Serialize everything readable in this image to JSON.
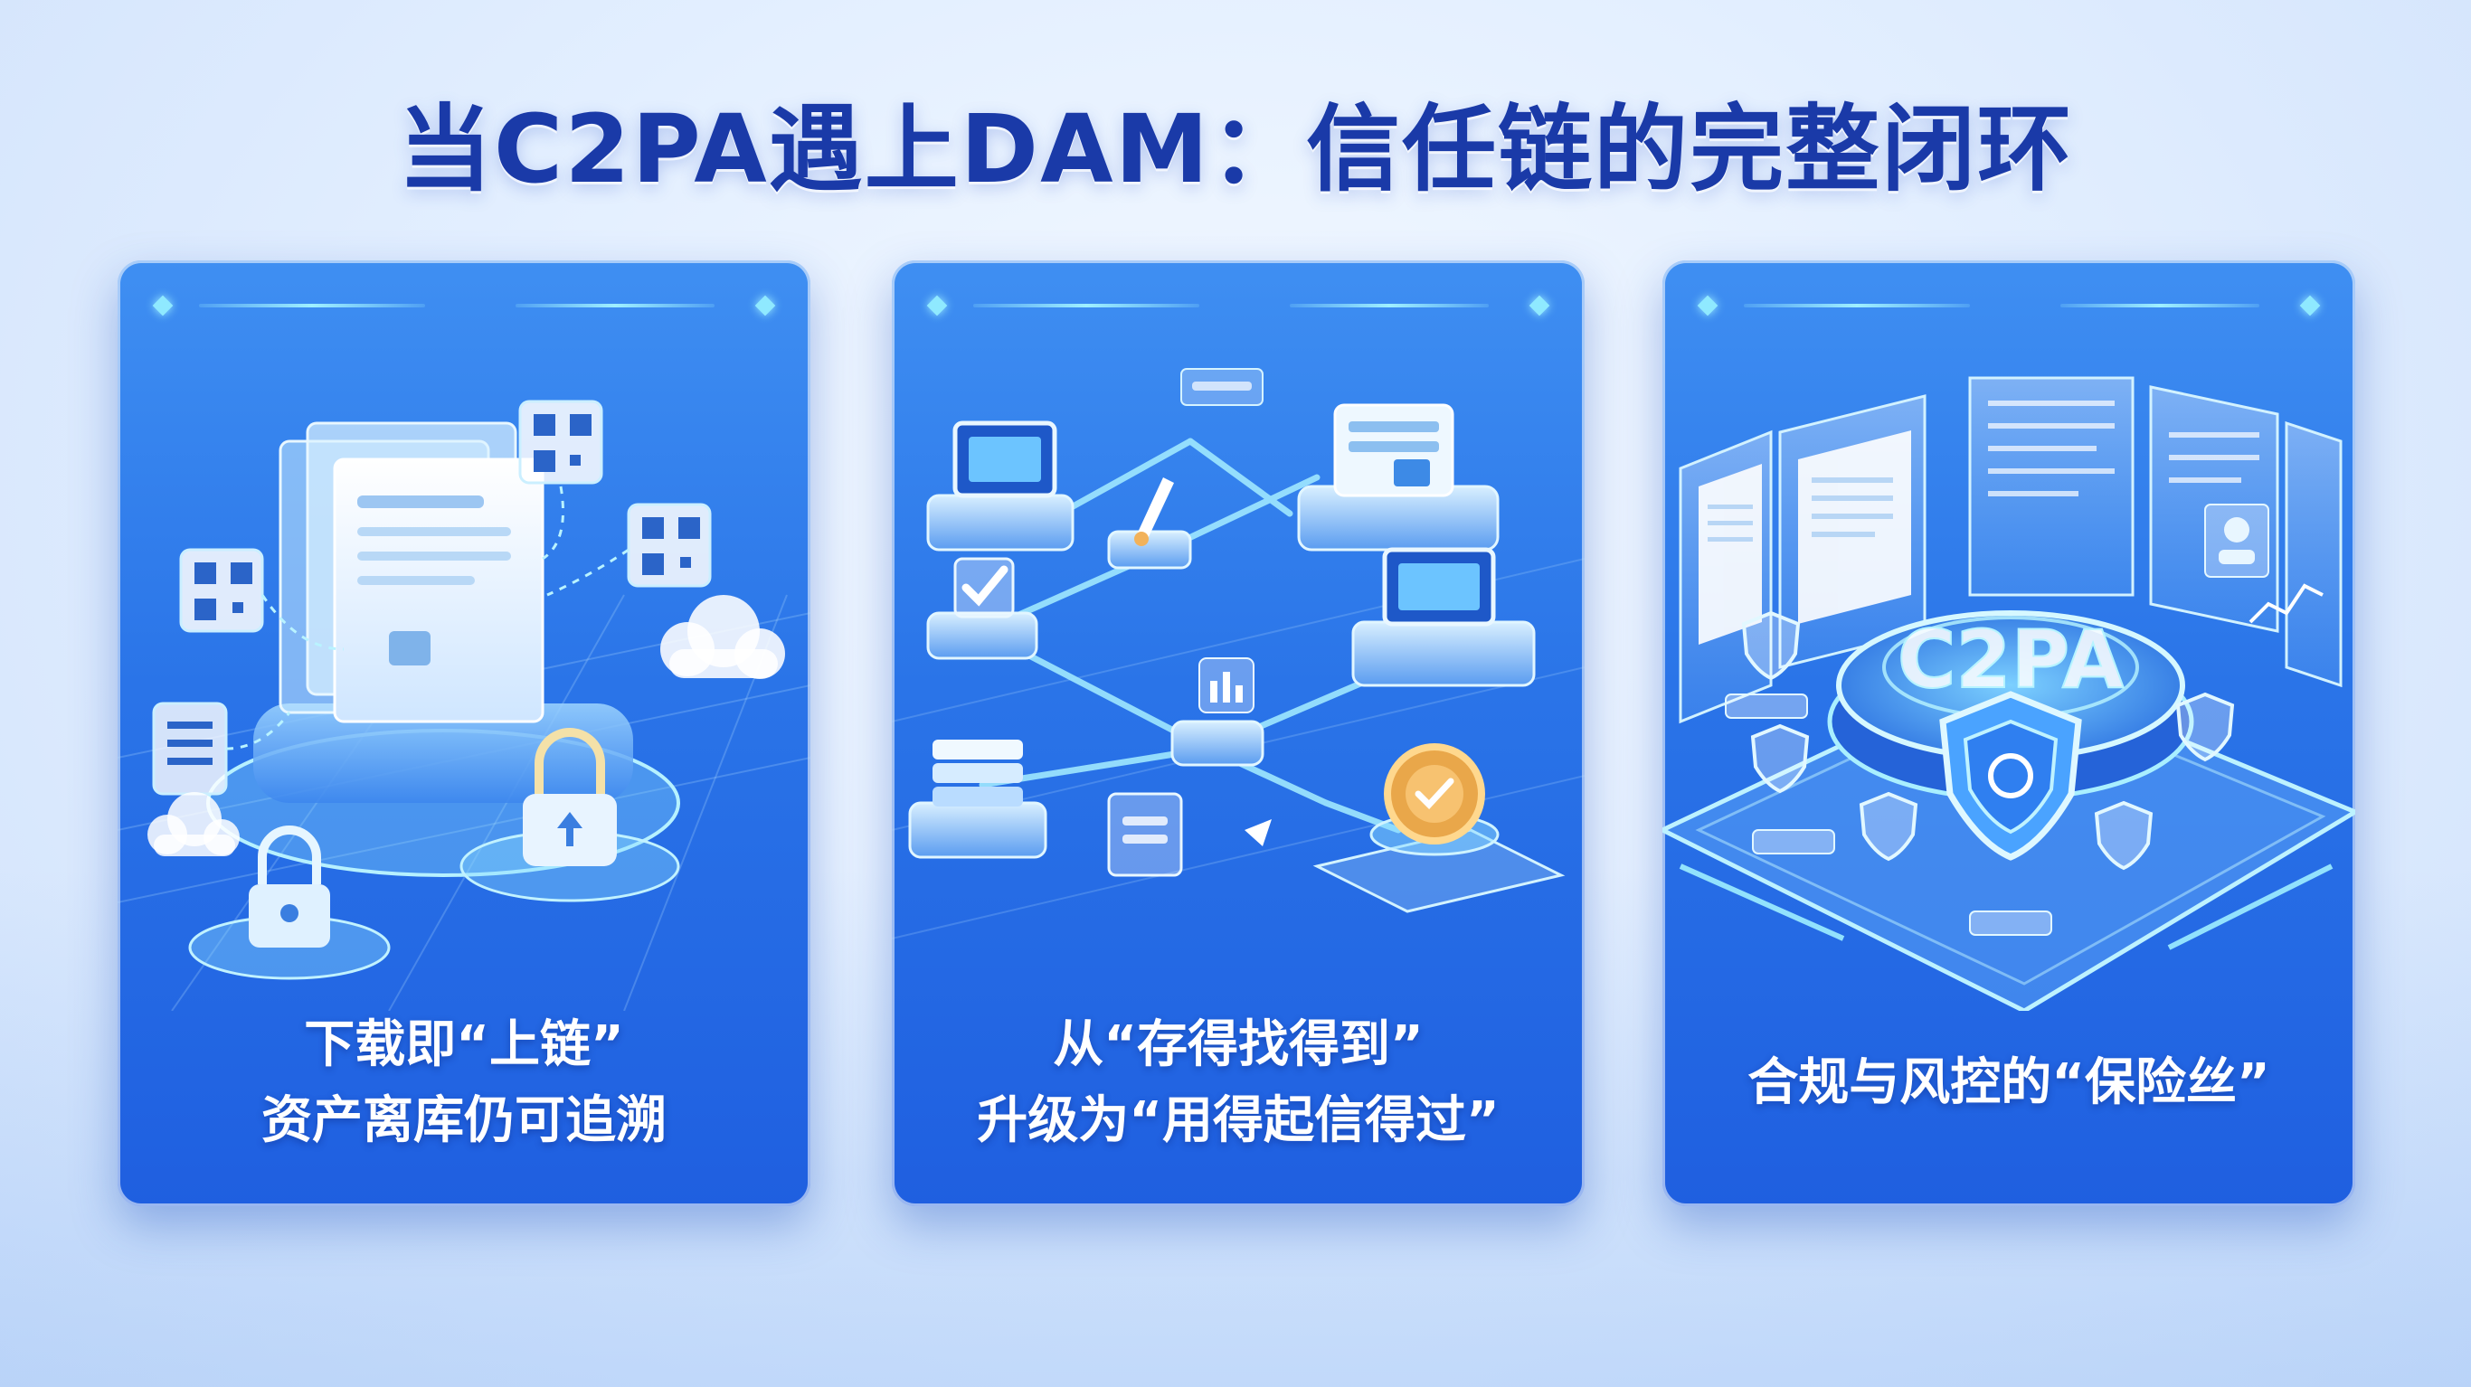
{
  "title": "当C2PA遇上DAM：信任链的完整闭环",
  "cards": [
    {
      "caption_lines": [
        "下载即“上链”",
        "资产离库仍可追溯"
      ],
      "icons": [
        "document-stack-icon",
        "qr-code-icon",
        "qr-code-icon",
        "qr-code-icon",
        "qr-code-icon",
        "cloud-icon",
        "cloud-icon",
        "lock-icon",
        "lock-icon"
      ]
    },
    {
      "caption_lines": [
        "从“存得找得到”",
        "升级为“用得起信得过”"
      ],
      "icons": [
        "laptop-icon",
        "server-icon",
        "pen-icon",
        "checkmark-icon",
        "laptop-icon",
        "database-icon",
        "coin-icon",
        "arrow-icon"
      ]
    },
    {
      "caption_lines": [
        "合规与风控的“保险丝”"
      ],
      "badge_text": "C2PA",
      "icons": [
        "document-panel-icon",
        "shield-icon",
        "chart-icon",
        "profile-icon"
      ]
    }
  ],
  "colors": {
    "title": "#1a3aa8",
    "card_top": "#3f8ff2",
    "card_bottom": "#1f5fe0",
    "accent_glow": "#9ff0ff"
  }
}
